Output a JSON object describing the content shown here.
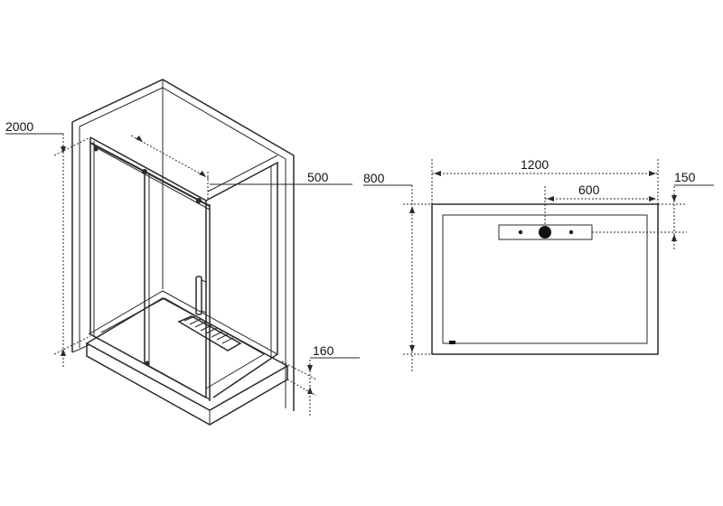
{
  "iso_view": {
    "height": "2000",
    "width": "500",
    "tray_height": "160"
  },
  "plan_view": {
    "length": "1200",
    "depth": "800",
    "drain_offset": "600",
    "drain_from_edge": "150"
  }
}
